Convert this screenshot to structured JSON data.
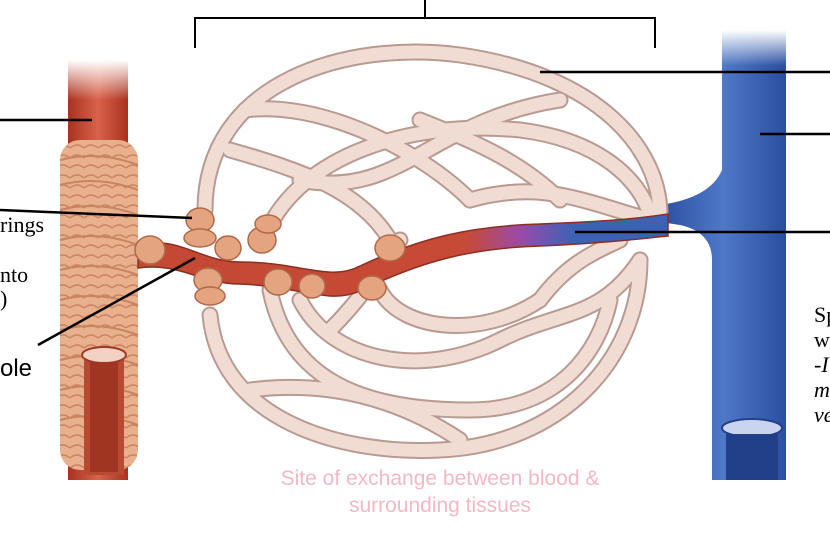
{
  "labels": {
    "left_rings": "rings",
    "left_into": "nto",
    "left_paren": ")",
    "left_ole": "ole",
    "right_line1": "Sp",
    "right_line2": "w",
    "right_line3": "-I",
    "right_line4": "m",
    "right_line5": "ve"
  },
  "caption": {
    "line1": "Site of exchange between blood &",
    "line2": "surrounding tissues"
  },
  "colors": {
    "artery": "#c9503a",
    "vein": "#3a5fb0",
    "capillary": "#f1dcd4",
    "sphincter": "#e3a47f",
    "caption": "#f2b8c6"
  }
}
